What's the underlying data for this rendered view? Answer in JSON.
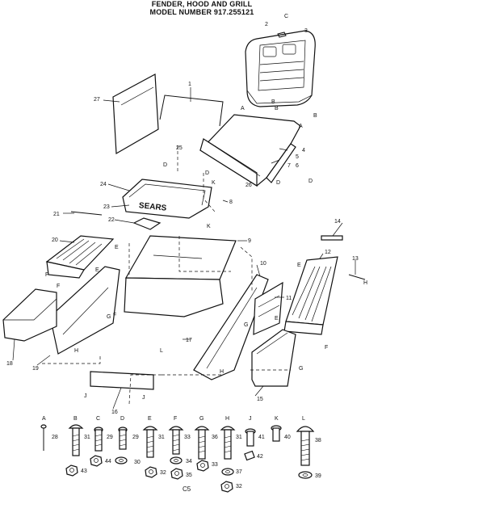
{
  "title": {
    "line1": "FENDER, HOOD AND GRILL",
    "line2": "MODEL NUMBER 917.255121"
  },
  "brand_text": "SEARS",
  "page_code": "C5",
  "part_labels": [
    "1",
    "2",
    "3",
    "4",
    "5",
    "6",
    "7",
    "8",
    "9",
    "10",
    "11",
    "12",
    "13",
    "14",
    "15",
    "16",
    "17",
    "18",
    "19",
    "20",
    "21",
    "22",
    "23",
    "24",
    "25",
    "26",
    "27",
    "28",
    "29",
    "30",
    "31",
    "32",
    "33",
    "34",
    "35",
    "36",
    "37",
    "38",
    "39",
    "40",
    "41",
    "42",
    "43",
    "44"
  ],
  "hardware": [
    {
      "letter": "A",
      "bolt": "28"
    },
    {
      "letter": "B",
      "bolt": "31",
      "nut": "43"
    },
    {
      "letter": "C",
      "bolt": "29",
      "nut": "44"
    },
    {
      "letter": "D",
      "bolt": "29",
      "nut": "30"
    },
    {
      "letter": "E",
      "bolt": "31",
      "nut": "32"
    },
    {
      "letter": "F",
      "bolt": "33",
      "washer": "34",
      "nut": "35"
    },
    {
      "letter": "G",
      "bolt": "36",
      "nut": "33"
    },
    {
      "letter": "H",
      "bolt": "31",
      "washer": "37",
      "nut": "32"
    },
    {
      "letter": "J",
      "bolt": "41",
      "clip": "42"
    },
    {
      "letter": "K",
      "bolt": "40"
    },
    {
      "letter": "L",
      "bolt": "38",
      "nut": "39"
    }
  ]
}
